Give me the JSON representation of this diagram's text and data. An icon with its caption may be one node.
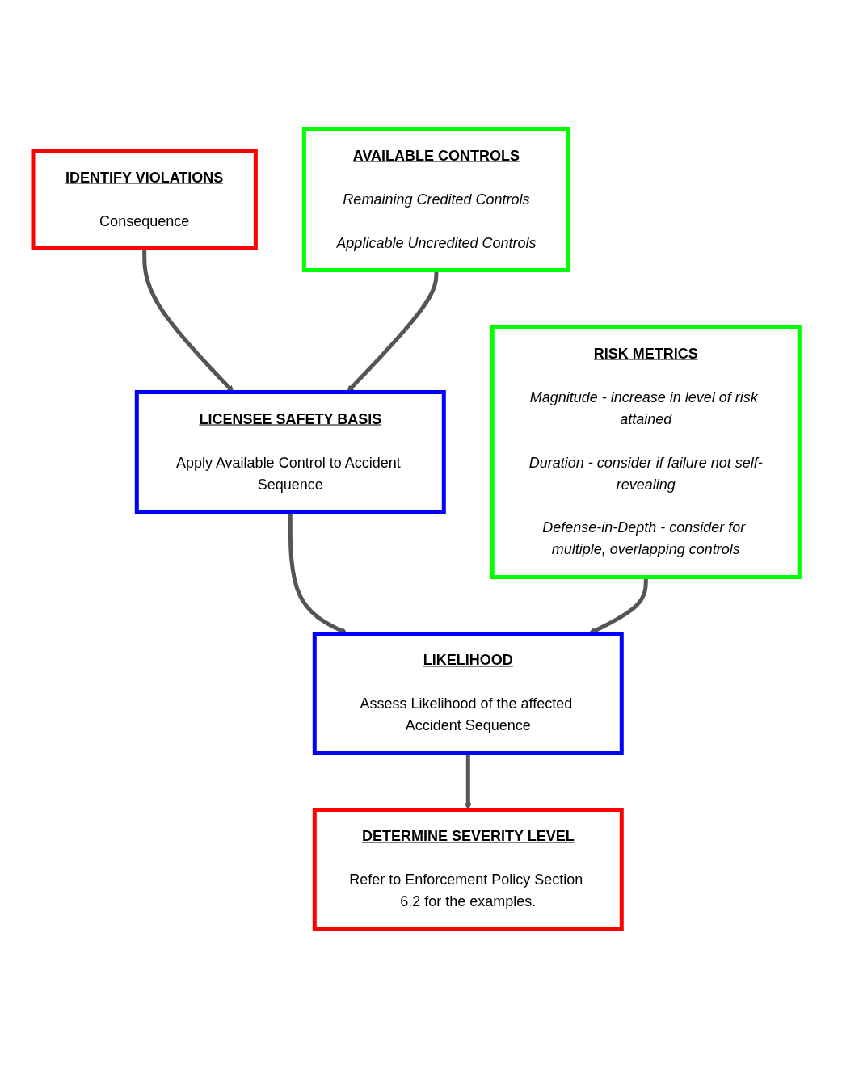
{
  "diagram": {
    "nodes": [
      {
        "text": [
          "IDENTIFY VIOLATIONS",
          "Consequence"
        ]
      },
      {
        "text": [
          "LICENSEE SAFETY BASIS",
          "Apply Available Control to Accident Sequence"
        ]
      },
      {
        "text": [
          "AVAILABLE CONTROLS",
          "Remaining Credited Controls",
          "Applicable Uncredited Controls"
        ]
      },
      {
        "text": [
          "LIKELIHOOD",
          "Assess Likelihood of the affected Accident Sequence"
        ]
      },
      {
        "text": [
          "RISK METRICS",
          "Magnitude - increase in level of risk attained",
          "Duration - consider if failure not self-revealing",
          "Defense-in-Depth - consider for multiple, overlapping controls"
        ]
      },
      {
        "text": [
          "DETERMINE SEVERITY LEVEL",
          "Refer to Enforcement Policy Section 6.2 for the examples."
        ]
      }
    ],
    "edges": [
      {
        "from": 0,
        "to": 1,
        "arrow": "to"
      },
      {
        "from": 2,
        "to": 1,
        "arrow": "to"
      },
      {
        "from": 1,
        "to": 3,
        "arrow": "to"
      },
      {
        "from": 4,
        "to": 3,
        "arrow": "to"
      },
      {
        "from": 3,
        "to": 5,
        "arrow": "to"
      }
    ]
  }
}
